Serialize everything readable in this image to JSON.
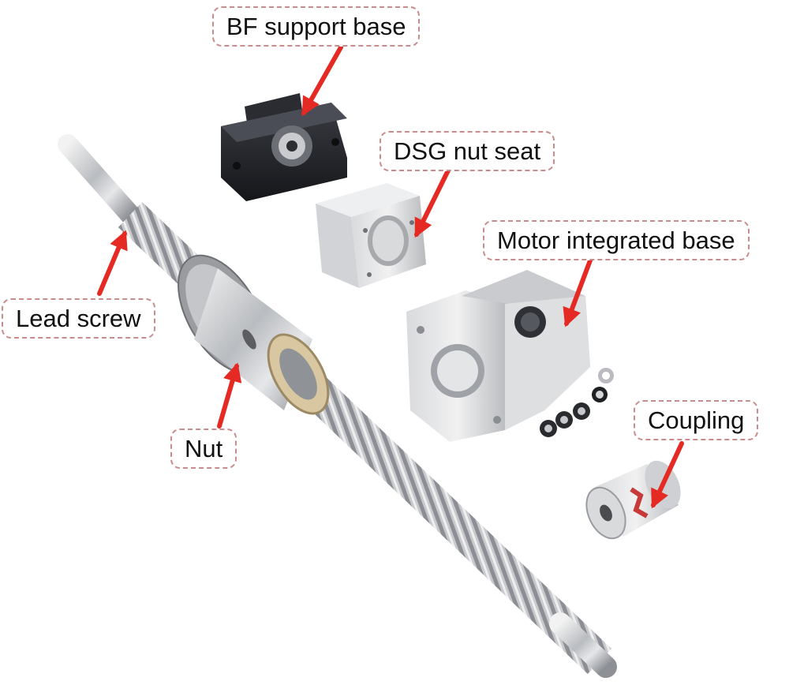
{
  "labels": {
    "bf_support_base": "BF support base",
    "dsg_nut_seat": "DSG nut seat",
    "motor_integrated_base": "Motor integrated base",
    "lead_screw": "Lead screw",
    "nut": "Nut",
    "coupling": "Coupling"
  },
  "colors": {
    "arrow": "#e52a24",
    "label_border": "#c98c8c",
    "background": "#ffffff"
  }
}
